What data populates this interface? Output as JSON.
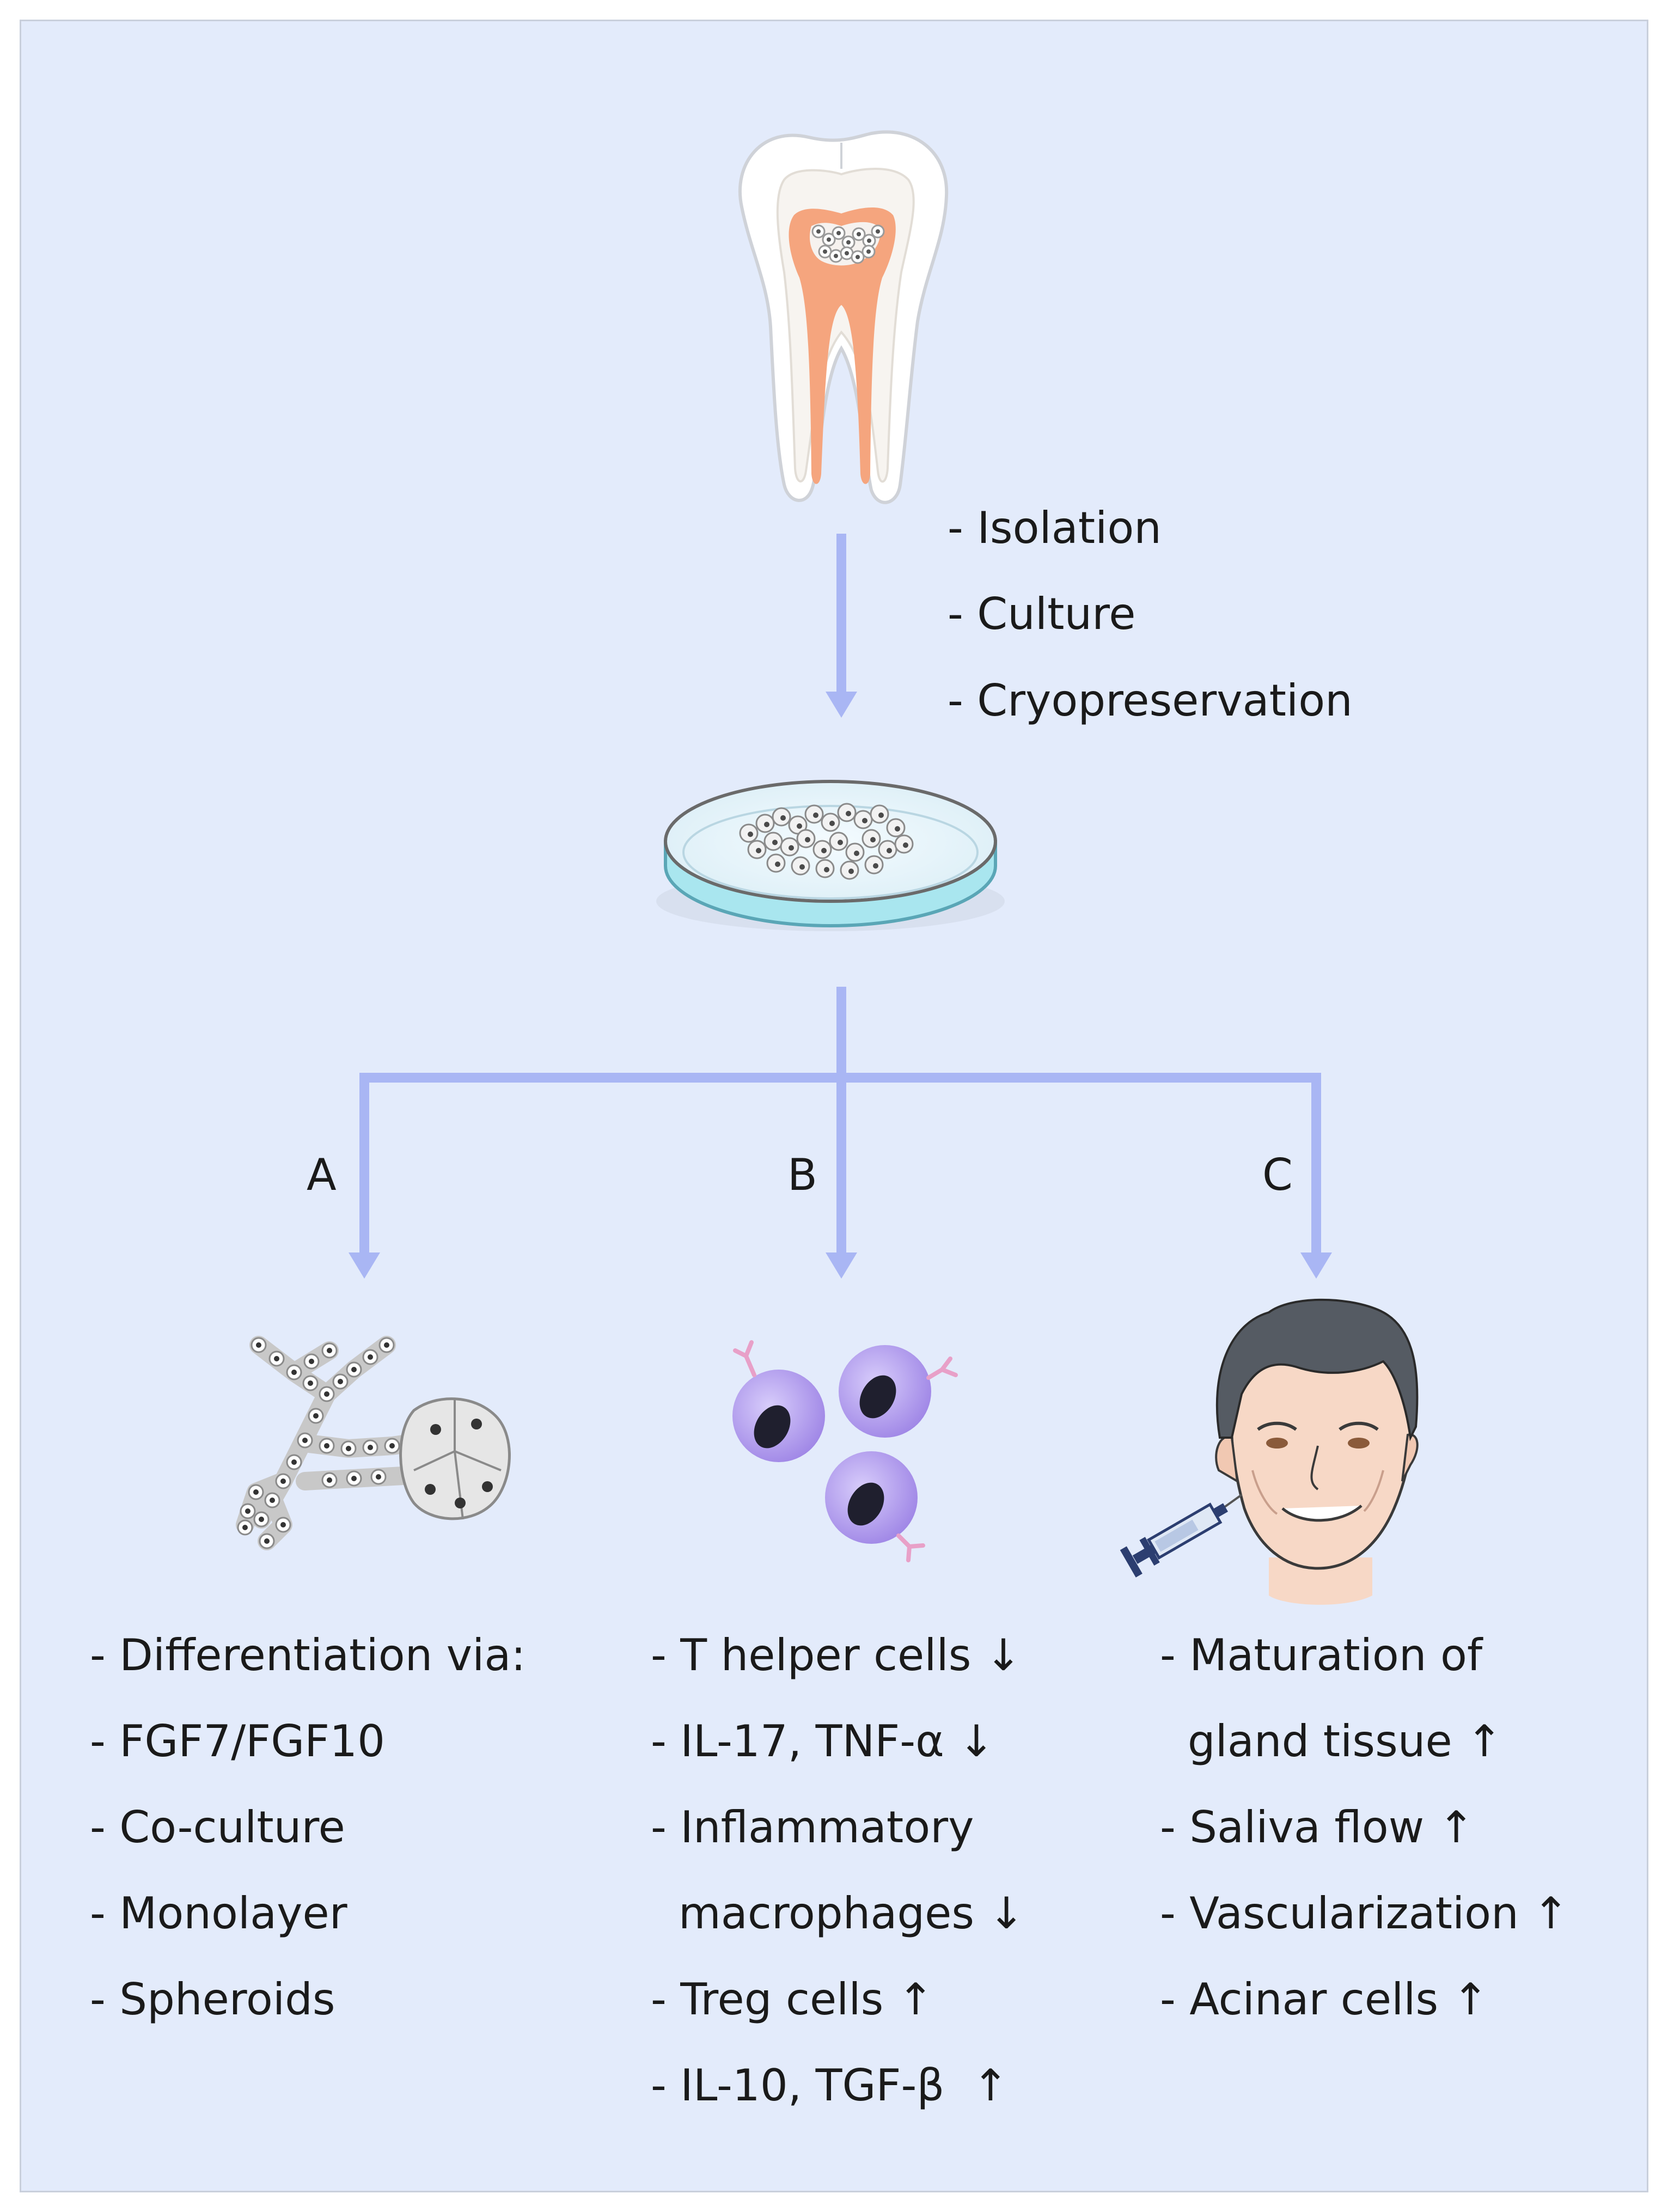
{
  "process_steps": [
    "- Isolation",
    "- Culture",
    "- Cryopreservation"
  ],
  "branches": {
    "a": {
      "label": "A",
      "lines": [
        "- Differentiation via:",
        "- FGF7/FGF10",
        "- Co-culture",
        "- Monolayer",
        "- Spheroids"
      ]
    },
    "b": {
      "label": "B",
      "lines": [
        "- T helper cells ↓",
        "- IL-17, TNF-α ↓",
        "- Inflammatory",
        "  macrophages ↓",
        "- Treg cells ↑",
        "- IL-10, TGF-β  ↑"
      ]
    },
    "c": {
      "label": "C",
      "lines": [
        "- Maturation of",
        "  gland tissue ↑",
        "- Saliva flow ↑",
        "- Vascularization ↑",
        "- Acinar cells ↑"
      ]
    }
  },
  "colors": {
    "background": "#e3ebfb",
    "arrow": "#a9b6f4",
    "pulp": "#f5a57e",
    "dish_medium": "#a9e6ef",
    "cell_membrane": "#a28be8"
  }
}
